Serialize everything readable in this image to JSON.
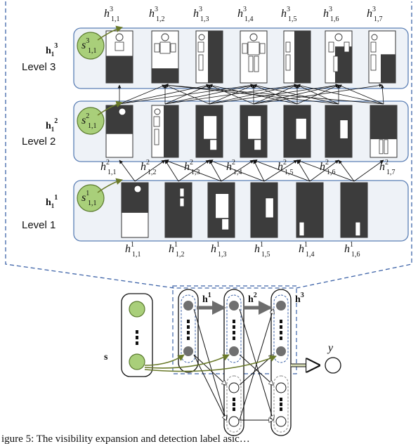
{
  "levels": [
    {
      "bold_base": "h",
      "bold_sub": "1",
      "bold_sup": "3",
      "label": "Level 3"
    },
    {
      "bold_base": "h",
      "bold_sub": "1",
      "bold_sup": "2",
      "label": "Level 2"
    },
    {
      "bold_base": "h",
      "bold_sub": "1",
      "bold_sup": "1",
      "label": "Level 1"
    }
  ],
  "node_labels": {
    "level3": {
      "base": "s",
      "sup": "3",
      "sub": "1,1"
    },
    "level2": {
      "base": "s",
      "sup": "2",
      "sub": "1,1"
    },
    "level1": {
      "base": "s",
      "sup": "1",
      "sub": "1,1"
    }
  },
  "level3_top_labels": [
    {
      "base": "h",
      "sup": "3",
      "sub": "1,1"
    },
    {
      "base": "h",
      "sup": "3",
      "sub": "1,2"
    },
    {
      "base": "h",
      "sup": "3",
      "sub": "1,3"
    },
    {
      "base": "h",
      "sup": "3",
      "sub": "1,4"
    },
    {
      "base": "h",
      "sup": "3",
      "sub": "1,5"
    },
    {
      "base": "h",
      "sup": "3",
      "sub": "1,6"
    },
    {
      "base": "h",
      "sup": "3",
      "sub": "1,7"
    }
  ],
  "level2_bottom_labels": [
    {
      "base": "h",
      "sup": "2",
      "sub": "1,1"
    },
    {
      "base": "h",
      "sup": "2",
      "sub": "1,2"
    },
    {
      "base": "h",
      "sup": "2",
      "sub": "1,3"
    },
    {
      "base": "h",
      "sup": "2",
      "sub": "1,4"
    },
    {
      "base": "h",
      "sup": "2",
      "sub": "1,5"
    },
    {
      "base": "h",
      "sup": "2",
      "sub": "1,6"
    },
    {
      "base": "h",
      "sup": "2",
      "sub": "1,7"
    }
  ],
  "level1_bottom_labels": [
    {
      "base": "h",
      "sup": "1",
      "sub": "1,1"
    },
    {
      "base": "h",
      "sup": "1",
      "sub": "1,2"
    },
    {
      "base": "h",
      "sup": "1",
      "sub": "1,3"
    },
    {
      "base": "h",
      "sup": "1",
      "sub": "1,5"
    },
    {
      "base": "h",
      "sup": "1",
      "sub": "1,4"
    },
    {
      "base": "h",
      "sup": "1",
      "sub": "1,6"
    }
  ],
  "network": {
    "input_label": "s",
    "output_label": "y",
    "layer_labels": [
      {
        "base": "h",
        "sup": "1"
      },
      {
        "base": "h",
        "sup": "2"
      },
      {
        "base": "h",
        "sup": "3"
      }
    ]
  },
  "caption_fragment": "igure 5: The visibility expansion and detection label asic…",
  "colors": {
    "panel_fill": "#eef2f7",
    "panel_stroke": "#5b7fb5",
    "node_green": "#a9cf7a",
    "node_green_stroke": "#5a7a2e",
    "dark_fill": "#3c3c3c",
    "dashed_blue": "#3d63a8",
    "olive_arrow": "#6a7a2a",
    "gray_node": "#707070"
  }
}
